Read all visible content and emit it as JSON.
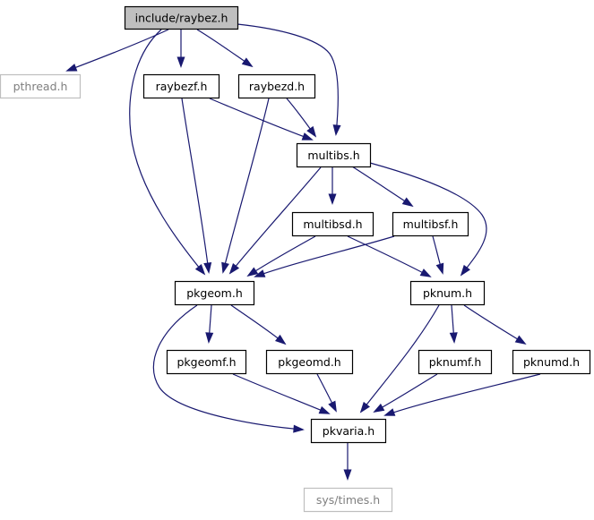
{
  "nodes": [
    {
      "id": "raybez",
      "label": "include/raybez.h",
      "kind": "root"
    },
    {
      "id": "pthread",
      "label": "pthread.h",
      "kind": "external"
    },
    {
      "id": "raybezf",
      "label": "raybezf.h",
      "kind": "normal"
    },
    {
      "id": "raybezd",
      "label": "raybezd.h",
      "kind": "normal"
    },
    {
      "id": "multibs",
      "label": "multibs.h",
      "kind": "normal"
    },
    {
      "id": "multibsd",
      "label": "multibsd.h",
      "kind": "normal"
    },
    {
      "id": "multibsf",
      "label": "multibsf.h",
      "kind": "normal"
    },
    {
      "id": "pkgeom",
      "label": "pkgeom.h",
      "kind": "normal"
    },
    {
      "id": "pknum",
      "label": "pknum.h",
      "kind": "normal"
    },
    {
      "id": "pkgeomf",
      "label": "pkgeomf.h",
      "kind": "normal"
    },
    {
      "id": "pkgeomd",
      "label": "pkgeomd.h",
      "kind": "normal"
    },
    {
      "id": "pknumf",
      "label": "pknumf.h",
      "kind": "normal"
    },
    {
      "id": "pknumd",
      "label": "pknumd.h",
      "kind": "normal"
    },
    {
      "id": "pkvaria",
      "label": "pkvaria.h",
      "kind": "normal"
    },
    {
      "id": "systimes",
      "label": "sys/times.h",
      "kind": "external"
    }
  ],
  "edges": [
    {
      "from": "raybez",
      "to": "pthread"
    },
    {
      "from": "raybez",
      "to": "raybezf"
    },
    {
      "from": "raybez",
      "to": "raybezd"
    },
    {
      "from": "raybez",
      "to": "multibs"
    },
    {
      "from": "raybez",
      "to": "pkgeom"
    },
    {
      "from": "raybezf",
      "to": "multibs"
    },
    {
      "from": "raybezf",
      "to": "pkgeom"
    },
    {
      "from": "raybezd",
      "to": "multibs"
    },
    {
      "from": "raybezd",
      "to": "pkgeom"
    },
    {
      "from": "multibs",
      "to": "multibsd"
    },
    {
      "from": "multibs",
      "to": "multibsf"
    },
    {
      "from": "multibs",
      "to": "pkgeom"
    },
    {
      "from": "multibs",
      "to": "pknum"
    },
    {
      "from": "multibsd",
      "to": "pkgeom"
    },
    {
      "from": "multibsd",
      "to": "pknum"
    },
    {
      "from": "multibsf",
      "to": "pkgeom"
    },
    {
      "from": "multibsf",
      "to": "pknum"
    },
    {
      "from": "pkgeom",
      "to": "pkgeomf"
    },
    {
      "from": "pkgeom",
      "to": "pkgeomd"
    },
    {
      "from": "pkgeom",
      "to": "pkvaria"
    },
    {
      "from": "pknum",
      "to": "pknumf"
    },
    {
      "from": "pknum",
      "to": "pknumd"
    },
    {
      "from": "pknum",
      "to": "pkvaria"
    },
    {
      "from": "pkgeomf",
      "to": "pkvaria"
    },
    {
      "from": "pkgeomd",
      "to": "pkvaria"
    },
    {
      "from": "pknumf",
      "to": "pkvaria"
    },
    {
      "from": "pknumd",
      "to": "pkvaria"
    },
    {
      "from": "pkvaria",
      "to": "systimes"
    }
  ]
}
